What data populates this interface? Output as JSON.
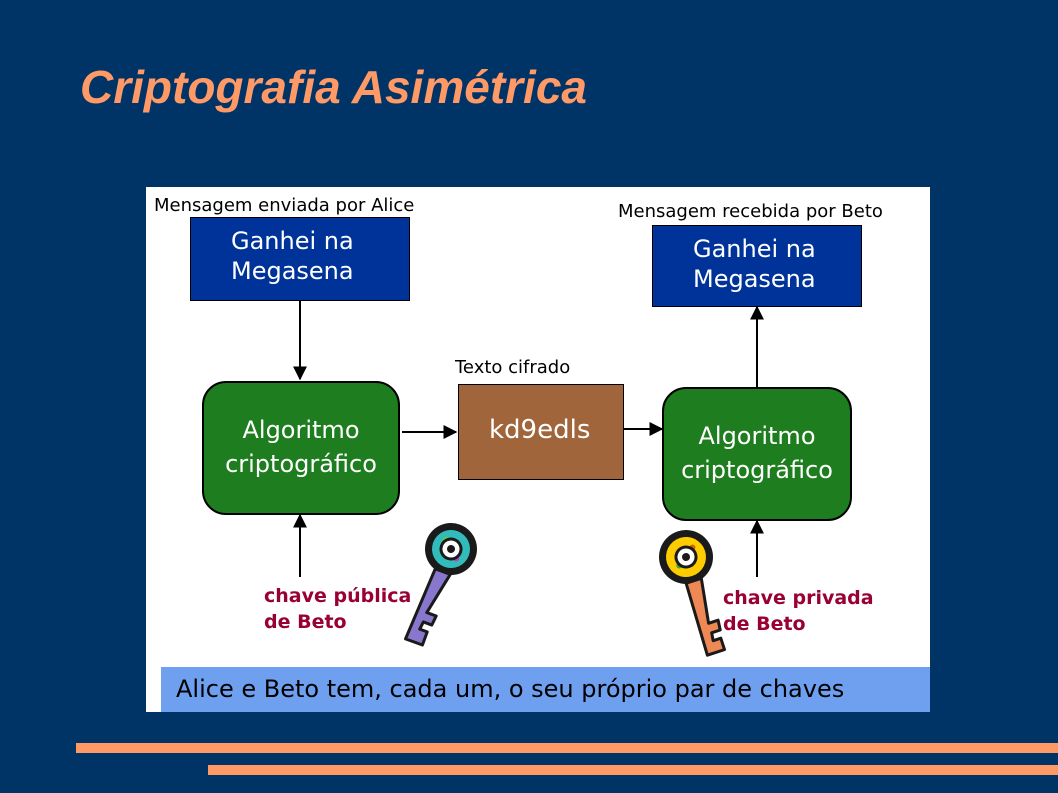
{
  "slide": {
    "title": "Criptografia Asimétrica"
  },
  "diagram": {
    "sender_caption": "Mensagem enviada por Alice",
    "receiver_caption": "Mensagem recebida por Beto",
    "message_line1": "Ganhei na",
    "message_line2": "Megasena",
    "algorithm_line1": "Algoritmo",
    "algorithm_line2": "criptográfico",
    "ciphertext_caption": "Texto cifrado",
    "ciphertext": "kd9edls",
    "public_key_line1": "chave pública",
    "public_key_line2": "de Beto",
    "private_key_line1": "chave privada",
    "private_key_line2": "de Beto",
    "footer": "Alice e Beto tem, cada um, o seu próprio par de chaves"
  },
  "colors": {
    "background": "#003366",
    "title": "#FF9966",
    "message_box": "#003399",
    "algorithm_box": "#1E7D1E",
    "cipher_box": "#A0653A",
    "key_label": "#990033",
    "footer_bar": "#6FA0F0"
  }
}
